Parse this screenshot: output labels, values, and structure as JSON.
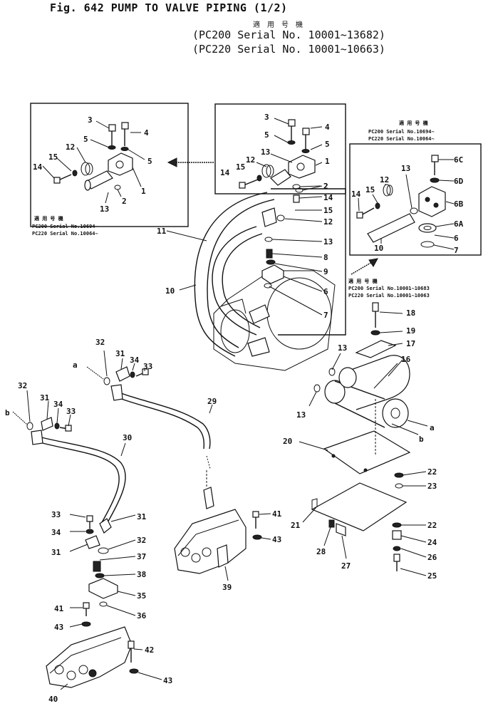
{
  "header": {
    "title": "Fig. 642  PUMP TO VALVE PIPING (1/2)",
    "applicability_kanji": "適 用 号 機",
    "serial_lines": [
      "(PC200 Serial No. 10001~13682)",
      "(PC220 Serial No. 10001~10663)"
    ]
  },
  "insets": {
    "left_note": [
      "適 用 号 機",
      "PC200 Serial No.10694~",
      "PC220 Serial No.10064~"
    ],
    "right_note": [
      "適 用 号 機",
      "PC200 Serial No.10694~",
      "PC220 Serial No.10064~"
    ],
    "lower_right_note": [
      "適 用 号 機",
      "PC200 Serial No.10001~10683",
      "PC220 Serial No.10001~10063"
    ]
  },
  "callouts": {
    "l3": "3",
    "l4": "4",
    "l5a": "5",
    "l5b": "5",
    "l12": "12",
    "l15": "15",
    "l14": "14",
    "l1": "1",
    "l2": "2",
    "l13": "13",
    "m3": "3",
    "m4": "4",
    "m5a": "5",
    "m5b": "5",
    "m13": "13",
    "m12": "12",
    "m15": "15",
    "m14": "14",
    "m1": "1",
    "m2": "2",
    "c14": "14",
    "c15": "15",
    "c12": "12",
    "c13": "13",
    "c8": "8",
    "c9": "9",
    "c6": "6",
    "c7": "7",
    "c11": "11",
    "c10": "10",
    "r6c": "6C",
    "r6d": "6D",
    "r6b": "6B",
    "r6a": "6A",
    "r6": "6",
    "r7": "7",
    "r13": "13",
    "r12": "12",
    "r15": "15",
    "r14": "14",
    "r10": "10",
    "p18": "18",
    "p19": "19",
    "p17": "17",
    "p16": "16",
    "p13a": "13",
    "p13b": "13",
    "pa": "a",
    "pb": "b",
    "p20": "20",
    "p22a": "22",
    "p23": "23",
    "p21": "21",
    "p22b": "22",
    "p24": "24",
    "p26": "26",
    "p25": "25",
    "p28": "28",
    "p27": "27",
    "u32a": "32",
    "u31a": "31",
    "u34a": "34",
    "u33a": "33",
    "ua": "a",
    "u29": "29",
    "v32": "32",
    "vb": "b",
    "v31": "31",
    "v34": "34",
    "v33": "33",
    "v30": "30",
    "w33": "33",
    "w34": "34",
    "w31a": "31",
    "w31b": "31",
    "w32": "32",
    "w37": "37",
    "w38": "38",
    "w35": "35",
    "w36": "36",
    "w41": "41",
    "w43a": "43",
    "w42": "42",
    "w43b": "43",
    "w40": "40",
    "x41": "41",
    "x43": "43",
    "x39": "39"
  }
}
